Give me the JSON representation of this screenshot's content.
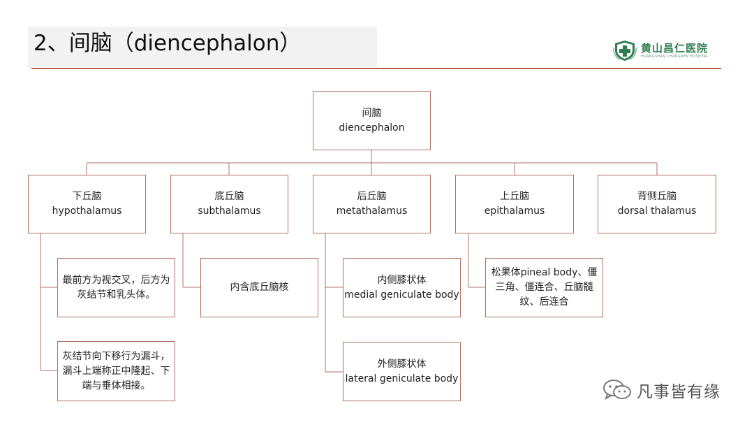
{
  "title": "2、间脑（diencephalon）",
  "logo": {
    "name": "黄山昌仁医院",
    "subtitle": "HUANGSHAN CHANGREN HOSPITAL",
    "icon": "hospital-cross-shield-icon",
    "color": "#2e7d4f"
  },
  "watermark": {
    "text": "凡事皆有缘",
    "icon": "wechat-icon"
  },
  "accent_color": "#b5624a",
  "diagram": {
    "root": {
      "cn": "间脑",
      "en": "diencephalon"
    },
    "branches": [
      {
        "cn": "下丘脑",
        "en": "hypothalamus"
      },
      {
        "cn": "底丘脑",
        "en": "subthalamus"
      },
      {
        "cn": "后丘脑",
        "en": "metathalamus"
      },
      {
        "cn": "上丘脑",
        "en": "epithalamus"
      },
      {
        "cn": "背侧丘脑",
        "en": "dorsal thalamus"
      }
    ],
    "details": {
      "hypothalamus_1": "最前方为视交叉，后方为灰结节和乳头体。",
      "hypothalamus_2": "灰结节向下移行为漏斗，漏斗上端称正中隆起、下端与垂体相接。",
      "subthalamus_1": "内含底丘脑核",
      "metathalamus_1": {
        "cn": "内侧膝状体",
        "en": "medial geniculate body"
      },
      "metathalamus_2": {
        "cn": "外侧膝状体",
        "en": "lateral geniculate body"
      },
      "epithalamus_1": "松果体pineal body、僵三角、僵连合、丘脑髓纹、后连合"
    }
  }
}
